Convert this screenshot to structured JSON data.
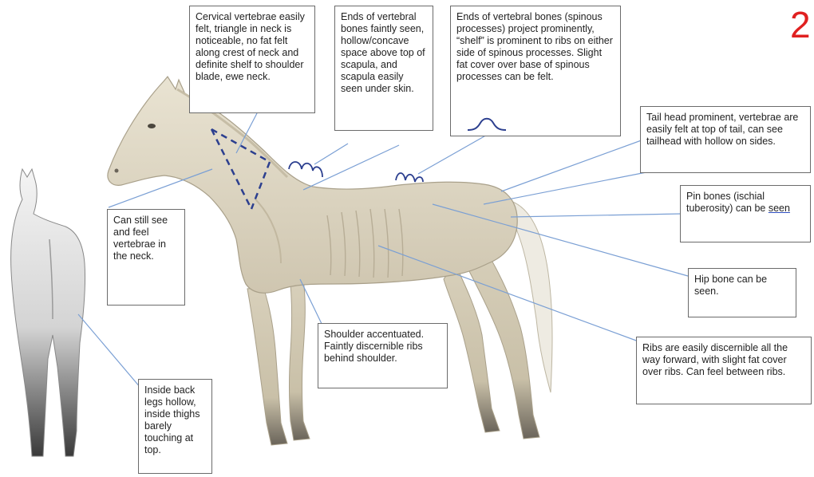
{
  "score": "2",
  "callouts": {
    "cervical": "Cervical vertebrae easily felt, triangle in neck is noticeable, no fat felt along crest of neck and definite shelf to shoulder blade, ewe neck.",
    "ends_faint": "Ends of vertebral bones faintly seen, hollow/concave space above top of scapula, and scapula easily seen under skin.",
    "ends_prominent": "Ends of vertebral bones (spinous processes) project prominently, “shelf” is prominent to ribs on either side of spinous processes. Slight fat cover over base of spinous processes can be felt.",
    "tail_head": "Tail head prominent, vertebrae are easily felt at top of tail, can see tailhead with hollow on sides.",
    "pin_bones_prefix": "Pin bones (ischial tuberosity) can be ",
    "pin_bones_word": "seen",
    "neck_vertebrae": "Can still see and feel vertebrae in the neck.",
    "hip_bone": "Hip bone can be seen.",
    "shoulder": "Shoulder accentuated. Faintly discernible ribs behind shoulder.",
    "ribs": "Ribs are easily discernible all the way forward, with slight fat cover over ribs. Can feel between ribs.",
    "back_legs": "Inside back legs hollow, inside thighs barely touching at top."
  },
  "colors": {
    "leader_line": "#7a9fd4",
    "score": "#e02020",
    "annotation_marks": "#2c3f8f",
    "horse_body": "#ddd6c3"
  }
}
